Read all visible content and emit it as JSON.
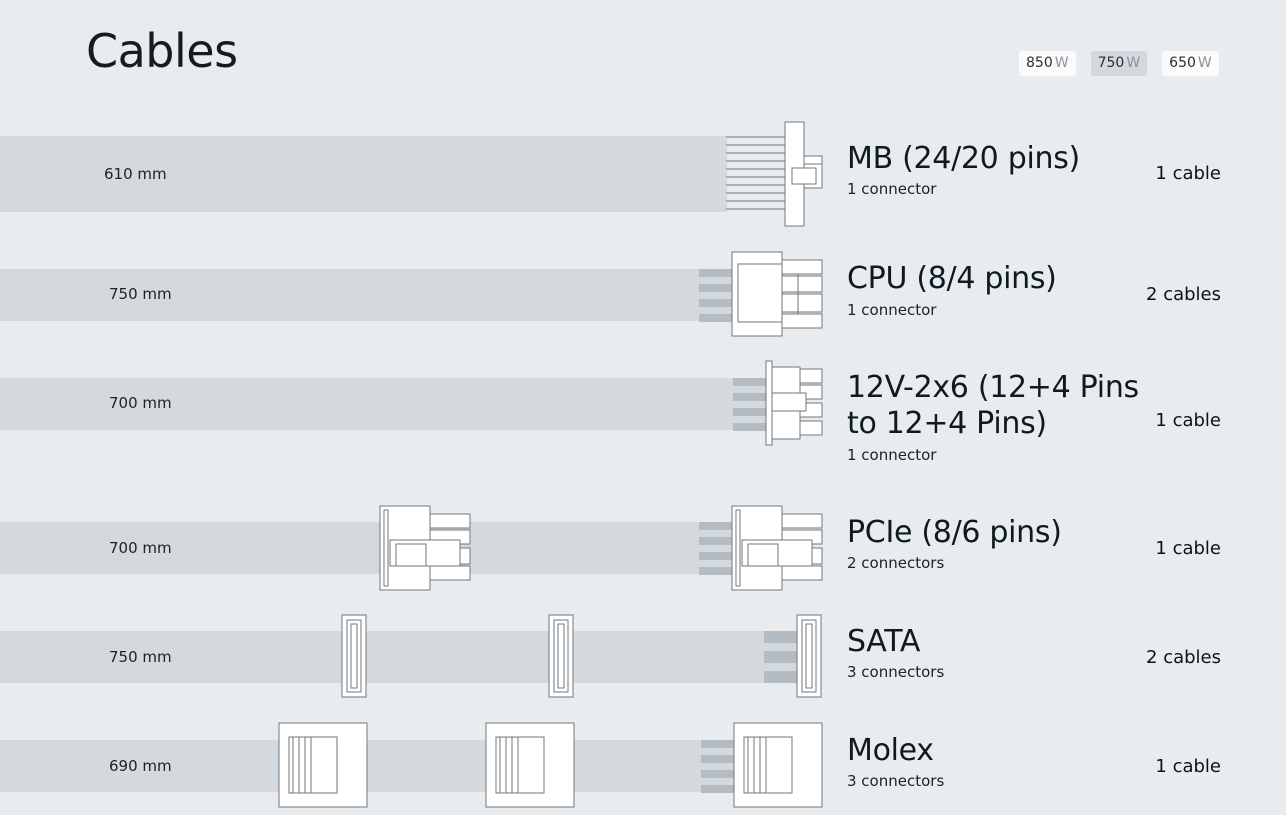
{
  "page": {
    "title": "Cables"
  },
  "wattage_tabs": [
    {
      "value": "850",
      "unit": "W",
      "active": false
    },
    {
      "value": "750",
      "unit": "W",
      "active": true
    },
    {
      "value": "650",
      "unit": "W",
      "active": false
    }
  ],
  "cables": [
    {
      "length": "610 mm",
      "name": "MB (24/20 pins)",
      "connectors": "1 connector",
      "count": "1 cable"
    },
    {
      "length": "750 mm",
      "name": "CPU (8/4 pins)",
      "connectors": "1 connector",
      "count": "2 cables"
    },
    {
      "length": "700 mm",
      "name_line1": "12V-2x6 (12+4 Pins",
      "name_line2": "to 12+4 Pins)",
      "connectors": "1 connector",
      "count": "1 cable"
    },
    {
      "length": "700 mm",
      "name": "PCIe (8/6 pins)",
      "connectors": "2 connectors",
      "count": "1 cable"
    },
    {
      "length": "750 mm",
      "name": "SATA",
      "connectors": "3 connectors",
      "count": "2 cables"
    },
    {
      "length": "690 mm",
      "name": "Molex",
      "connectors": "3 connectors",
      "count": "1 cable"
    }
  ],
  "colors": {
    "background": "#e9ecee",
    "band": "#d4d9de",
    "pin": "#b4bcc3",
    "outline": "#6f777e"
  },
  "icons": [
    "mb-24pin-connector-icon",
    "cpu-8pin-connector-icon",
    "12v-2x6-connector-icon",
    "pcie-8pin-connector-icon",
    "sata-connector-icon",
    "molex-connector-icon"
  ]
}
